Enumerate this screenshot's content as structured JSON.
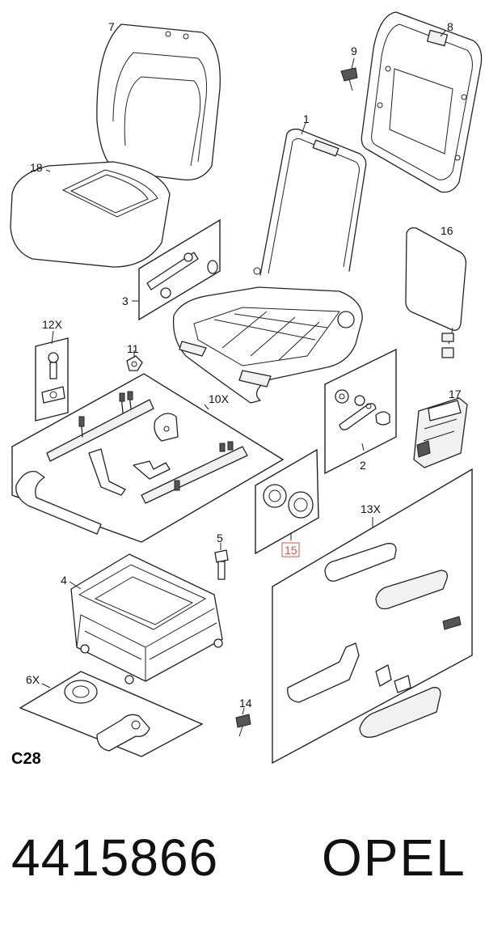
{
  "diagram": {
    "code": "C28",
    "callouts": {
      "c1": "1",
      "c3": "3",
      "c4": "4",
      "c5": "5",
      "c6": "6X",
      "c7": "7",
      "c8": "8",
      "c9": "9",
      "c10": "10X",
      "c11": "11",
      "c12": "12X",
      "c13": "13X",
      "c14": "14",
      "c15": "15",
      "c16": "16",
      "c17": "17",
      "c18": "18",
      "c2": "2"
    },
    "highlight_color": "#d9534f"
  },
  "footer": {
    "part_number": "4415866",
    "brand": "OPEL"
  }
}
